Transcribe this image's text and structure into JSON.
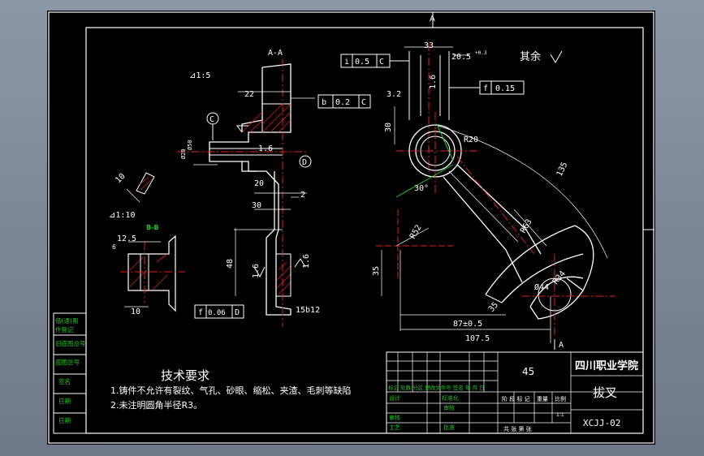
{
  "section_label": "A-A",
  "view_marker_top": "A",
  "view_marker_bottom": "A",
  "other_roughness": "其余",
  "section_bb": "B-B",
  "taper_1_5": "⊿1:5",
  "taper_1_10": "⊿1:10",
  "dims": {
    "d22": "22",
    "d1_6a": "1.6",
    "d20": "20",
    "d30a": "30",
    "d2": "2",
    "d48": "48",
    "d1_6b": "1.6",
    "d1_6c": "1.6",
    "d15b12": "15b12",
    "d10a": "10",
    "d12_5": "12.5",
    "d6": "6",
    "d10b": "10",
    "d33": "33",
    "d20_5": "20.5",
    "tol_20_5": "+0.3",
    "d3_2": "3.2",
    "d1_6d": "1.6",
    "d30b": "30",
    "dR20": "R20",
    "d30deg": "30°",
    "dR52": "R52",
    "dR63": "R63",
    "dR34": "R34",
    "d44": "Ø44",
    "d35a": "35",
    "d35b": "35",
    "d87": "87±0.5",
    "d107": "107.5",
    "d135": "135",
    "d50": "Ø50",
    "d20h": "Ø20"
  },
  "datums": {
    "c": "C",
    "d": "D"
  },
  "tolerance_frames": {
    "b": {
      "sym": "b",
      "val": "0.2",
      "ref": "C"
    },
    "i": {
      "sym": "i",
      "val": "0.5",
      "ref": "C"
    },
    "f1": {
      "sym": "f",
      "val": "0.15"
    },
    "f2": {
      "sym": "f",
      "val": "0.06",
      "ref": "D"
    }
  },
  "tech_requirements": {
    "title": "技术要求",
    "line1": "1.铸件不允许有裂纹、气孔、砂眼、缩松、夹渣、毛刺等缺陷",
    "line2": "2.未注明圆角半径R3。"
  },
  "left_labels": [
    "借(通)用",
    "件登记",
    "旧底图总号",
    "底图总号",
    "签名",
    "日期",
    "日期"
  ],
  "title_block": {
    "material": "45",
    "school": "四川职业学院",
    "part_name": "拔叉",
    "drawing_no": "XCJJ-02",
    "header_row": "标记 处数 分区 更改文件号 签名 年 月 日",
    "design": "设计",
    "standard": "标准化",
    "review": "审核",
    "process": "工艺",
    "check": "审核",
    "approve": "批准",
    "stage": "阶 段 标 记",
    "weight": "重量",
    "scale": "比例",
    "scale_val": "1:1",
    "sheets": "共   张  第   张"
  }
}
